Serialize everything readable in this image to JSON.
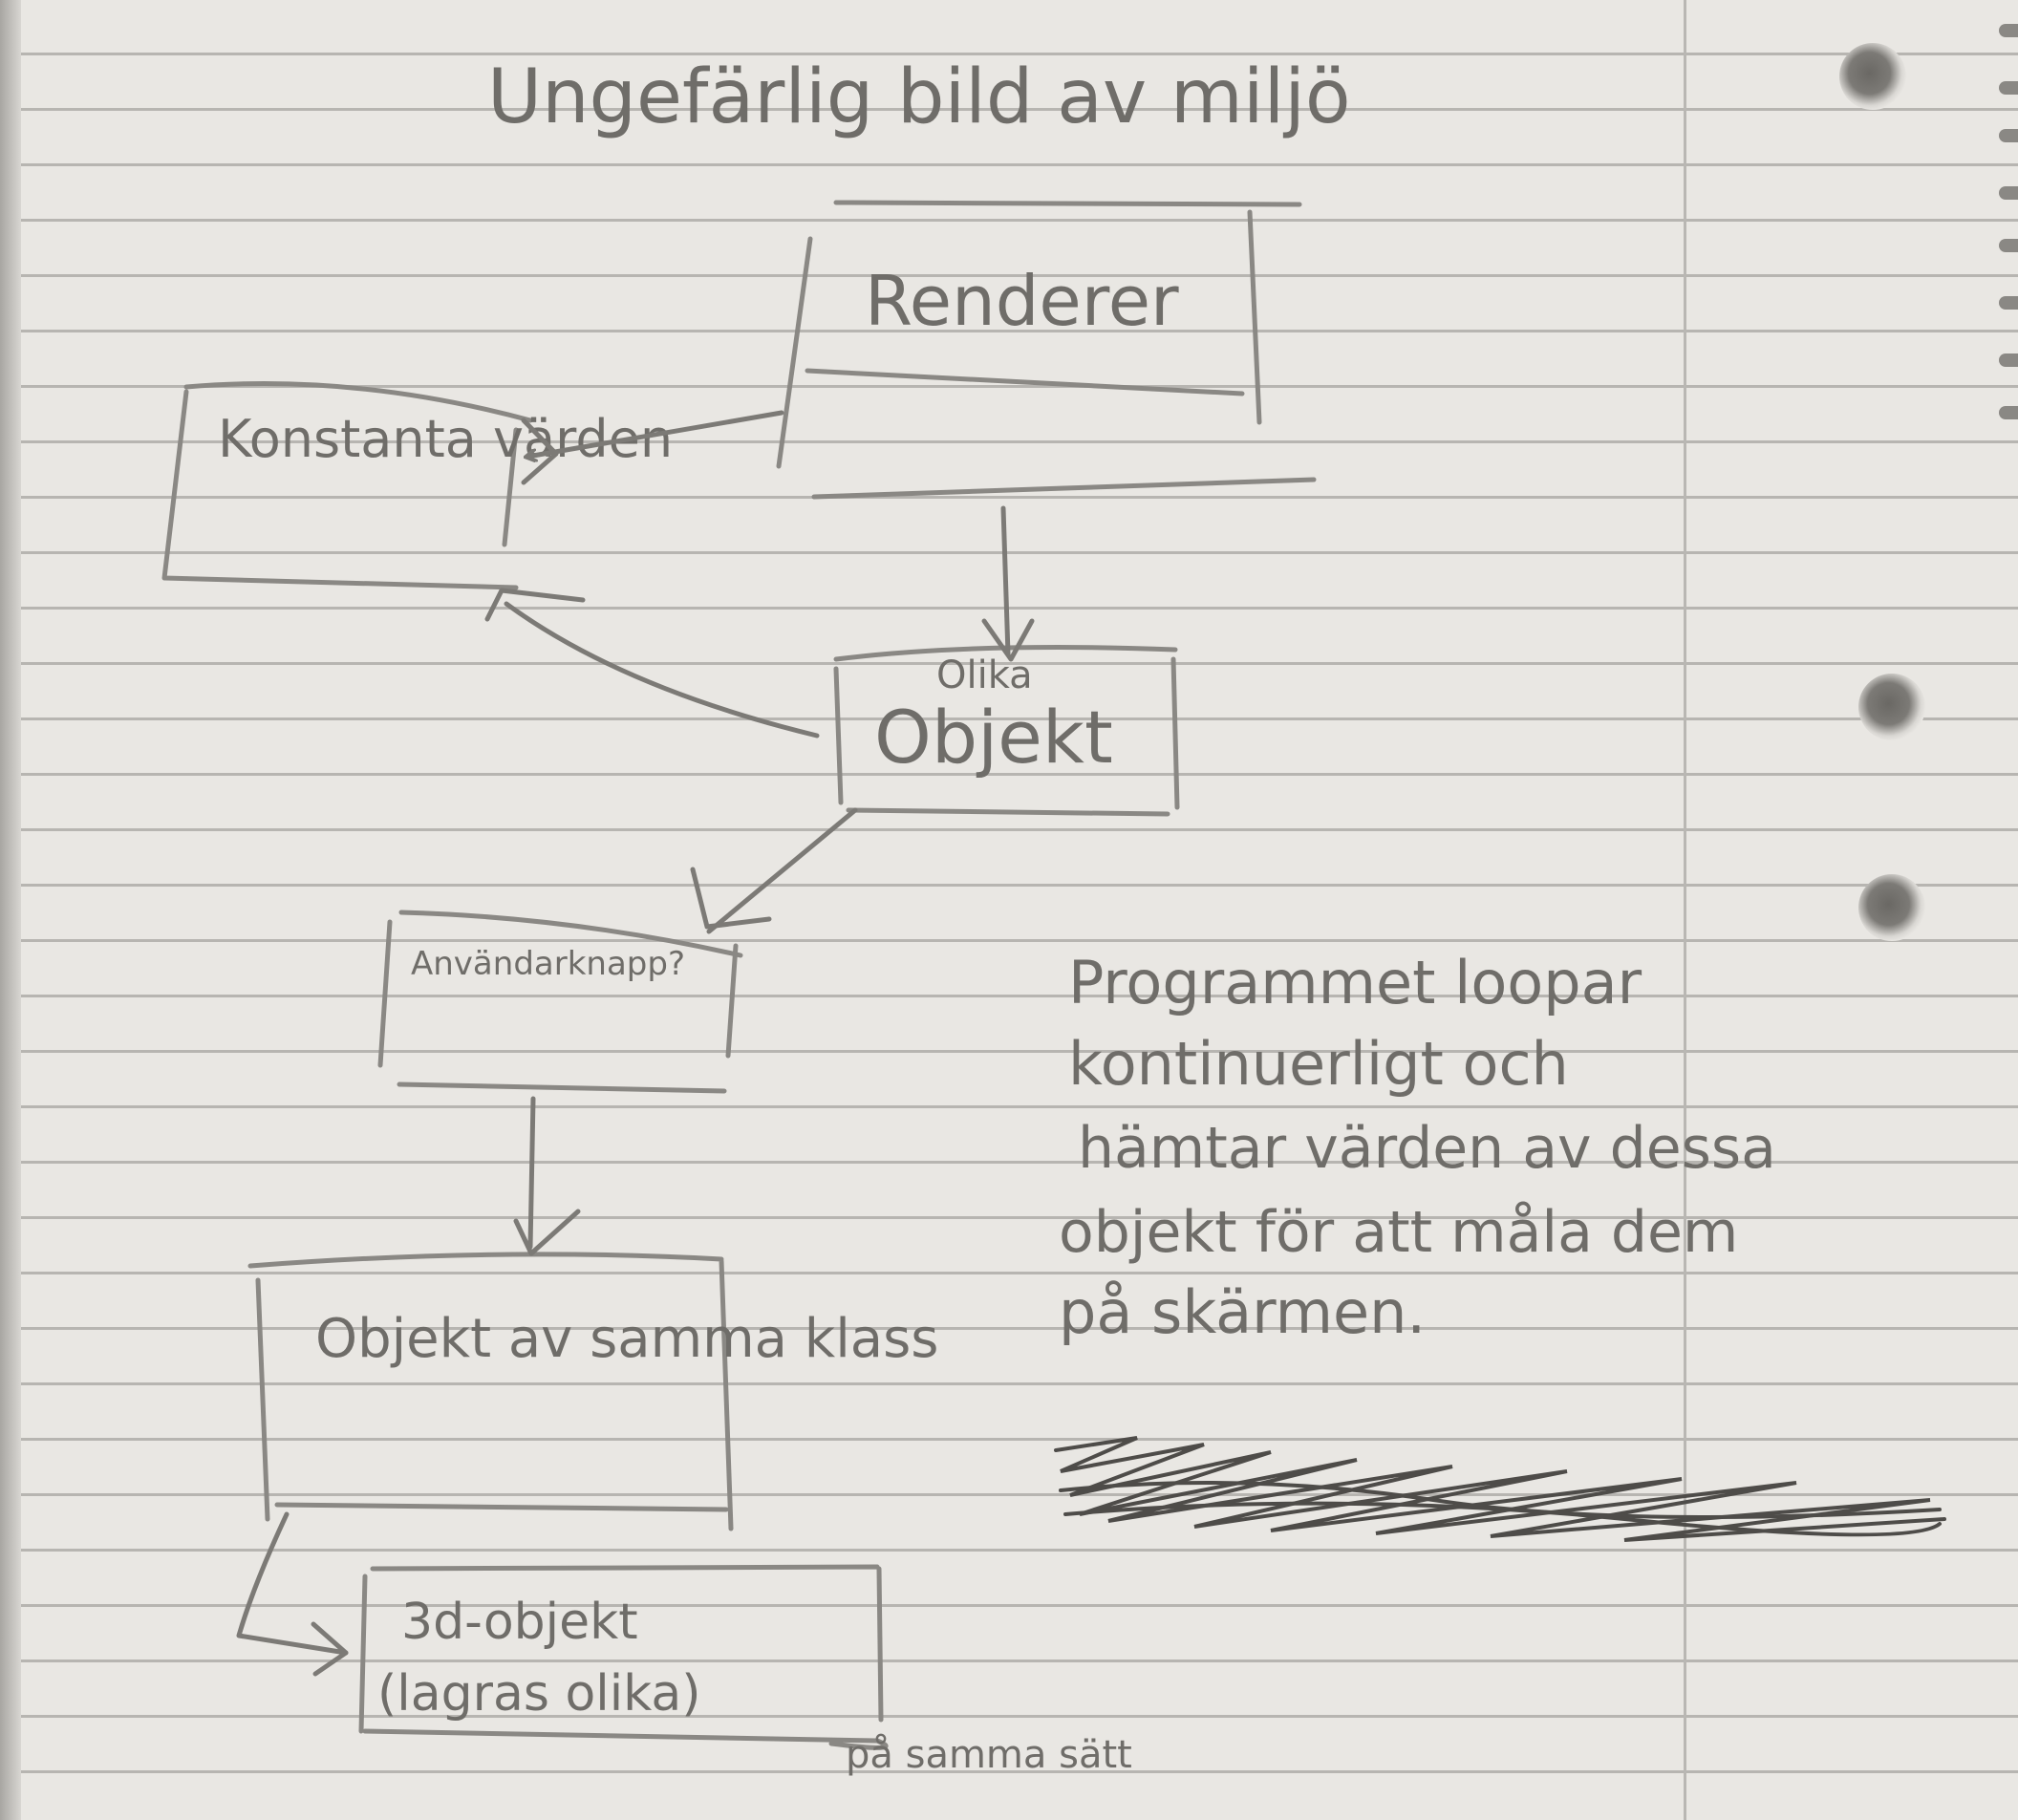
{
  "title": "Ungefärlig bild av miljö",
  "nodes": {
    "renderer": "Renderer",
    "constants": "Konstanta värden",
    "objects_note": "Olika",
    "objects": "Objekt",
    "buttons": "Användarknapp?",
    "same_class": "Objekt av samma klass",
    "obj3d_line1": "3d-objekt",
    "obj3d_line2": "(lagras olika)",
    "same_way": "på samma sätt"
  },
  "note": {
    "line1": "Programmet loopar",
    "line2": "kontinuerligt och",
    "line3": "hämtar värden av dessa",
    "line4": "objekt för att måla dem",
    "line5": "på skärmen."
  },
  "edges": [
    {
      "from": "renderer",
      "to": "constants"
    },
    {
      "from": "renderer",
      "to": "objects"
    },
    {
      "from": "objects",
      "to": "constants"
    },
    {
      "from": "objects",
      "to": "buttons"
    },
    {
      "from": "buttons",
      "to": "same_class"
    },
    {
      "from": "same_class",
      "to": "obj3d"
    }
  ],
  "colors": {
    "paper": "#e9e7e3",
    "ruling": "#b7b5b1",
    "pencil": "#6f6d69"
  }
}
